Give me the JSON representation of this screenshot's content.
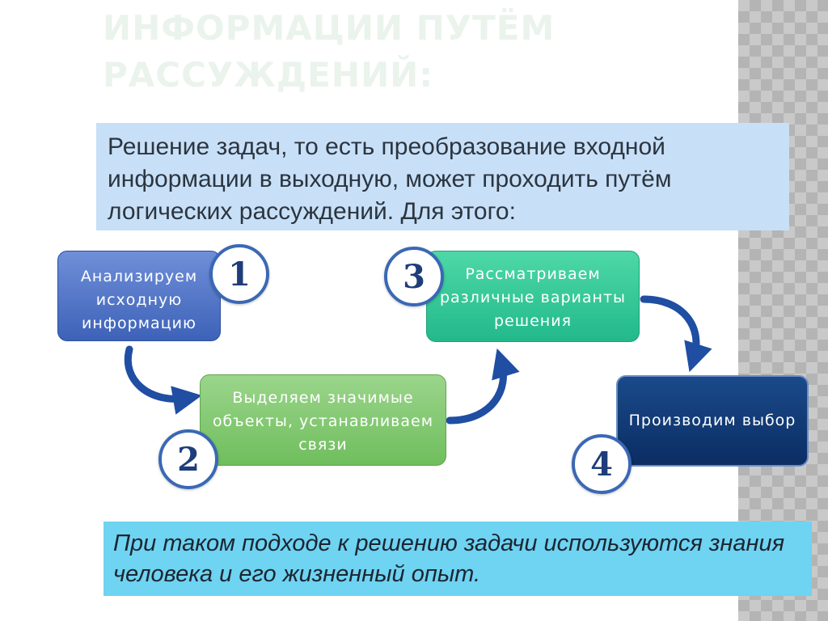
{
  "title": "ИНФОРМАЦИИ ПУТЁМ РАССУЖДЕНИЙ:",
  "intro_text": "Решение задач, то есть преобразование входной информации в выходную, может проходить путём логических рассуждений. Для этого:",
  "steps": [
    {
      "number": "1",
      "text": "Анализируем исходную информацию"
    },
    {
      "number": "2",
      "text": "Выделяем значимые объекты, устанавливаем связи"
    },
    {
      "number": "3",
      "text": "Рассматриваем различные варианты решения"
    },
    {
      "number": "4",
      "text": "Производим выбор"
    }
  ],
  "outro_text": "При таком подходе к решению задачи используются знания человека и его жизненный опыт.",
  "colors": {
    "step1": "#4a6fc4",
    "step2": "#82c970",
    "step3": "#35c999",
    "step4": "#0f3670",
    "arrow": "#1f4ea3",
    "intro_bg": "#c8e0f7",
    "outro_bg": "#6fd3f2"
  }
}
